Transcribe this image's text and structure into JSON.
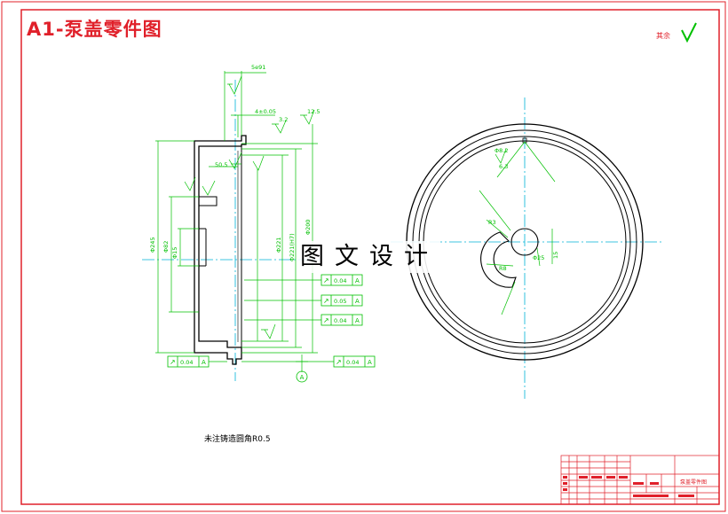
{
  "drawing": {
    "title": "A1-泵盖零件图",
    "watermark": "图文设计",
    "surface_roughness_note": "其余",
    "tech_note": "未注铸造圆角R0.5"
  },
  "dimensions": {
    "d_5e91": "5e91",
    "d_4e85": "4±0.05",
    "d_50": "50.5",
    "d_3_2": "3.2",
    "d_phi245": "Φ245",
    "d_phi82": "Φ82",
    "d_phi221": "Φ221",
    "d_phi221b": "Φ221(H7)",
    "d_phi200": "Φ200",
    "d_12": "12.5",
    "d_r3": "R3",
    "d_r8": "R8",
    "d_phi15": "Φ15",
    "d_phi25": "Φ25",
    "d_15": "15",
    "d_63": "6.3",
    "d_phi82b": "Φ8.2"
  },
  "tolerances": [
    {
      "symbol": "↗",
      "value": "0.04",
      "datum": "A"
    },
    {
      "symbol": "↗",
      "value": "0.05",
      "datum": "A"
    },
    {
      "symbol": "↗",
      "value": "0.04",
      "datum": "A"
    },
    {
      "symbol": "↗",
      "value": "0.04",
      "datum": "A"
    },
    {
      "symbol": "↗",
      "value": "0.04",
      "datum": "A"
    }
  ],
  "datum_label": "A",
  "title_block": {
    "name_cell": "泵盖零件图"
  },
  "colors": {
    "border": "#e0202a",
    "outline": "#000000",
    "dimension": "#00c000",
    "centerline": "#00b4d8"
  }
}
